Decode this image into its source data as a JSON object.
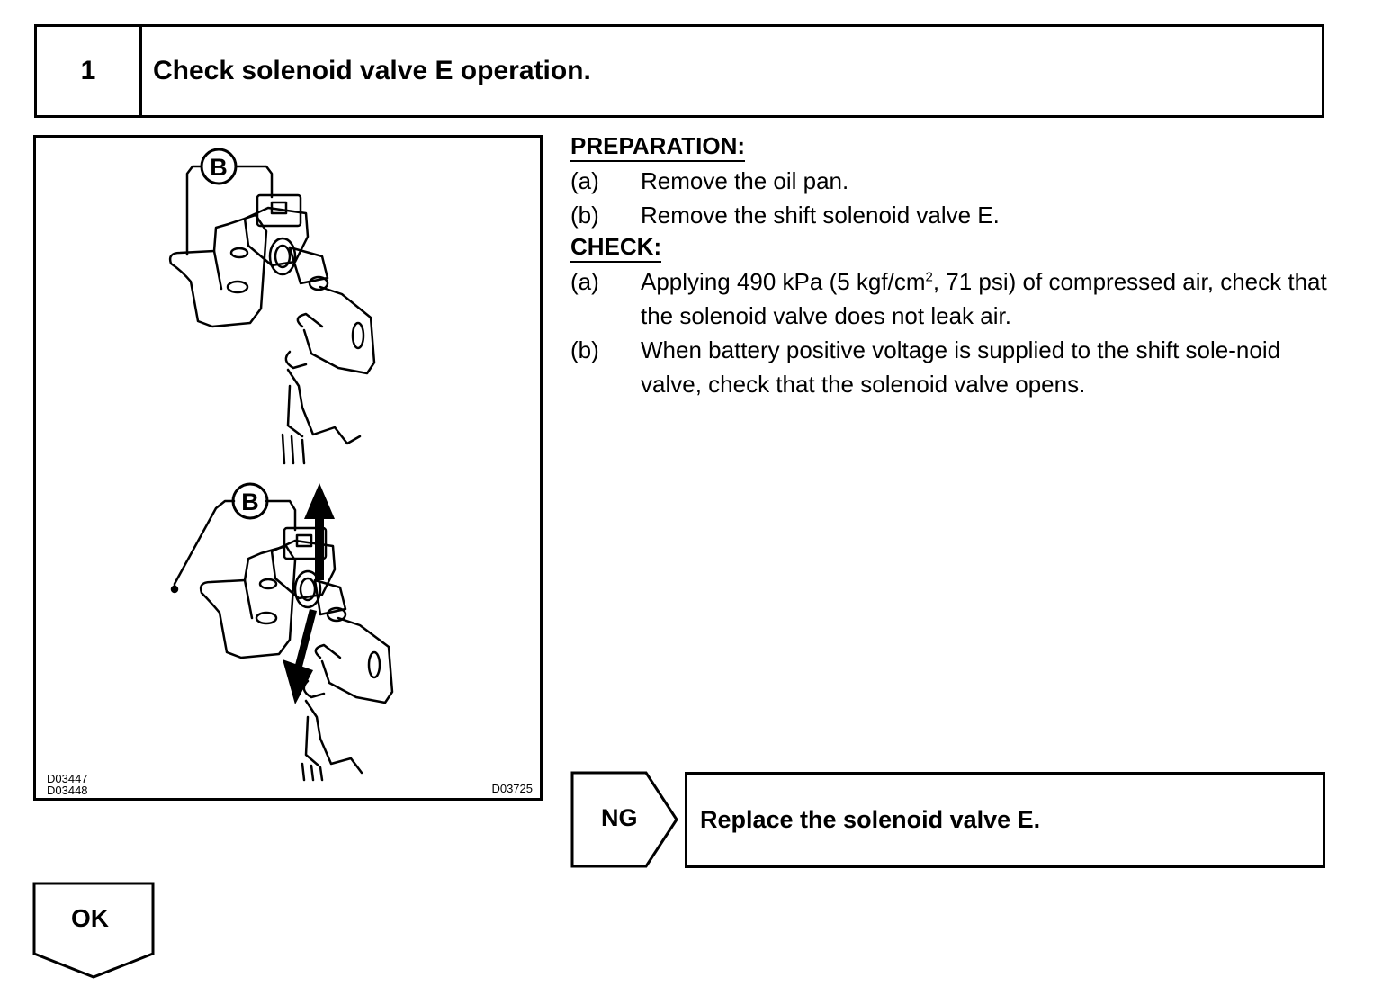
{
  "step": {
    "number": "1",
    "title": "Check solenoid valve E operation."
  },
  "figure": {
    "connector_label_top": "B",
    "connector_label_bottom": "B",
    "code_left_1": "D03447",
    "code_left_2": "D03448",
    "code_right": "D03725"
  },
  "preparation": {
    "heading": "PREPARATION:",
    "items": [
      {
        "label": "(a)",
        "text": "Remove the oil pan."
      },
      {
        "label": "(b)",
        "text": "Remove the shift solenoid valve E."
      }
    ]
  },
  "check": {
    "heading": "CHECK:",
    "item_a": {
      "label": "(a)",
      "text_pre": "Applying 490 kPa (5 kgf/cm",
      "sup": "2",
      "text_post": ", 71 psi) of compressed air, check that the solenoid valve does not leak air."
    },
    "item_b": {
      "label": "(b)",
      "text": "When battery positive voltage is supplied to the shift sole-noid valve, check that the solenoid valve opens."
    }
  },
  "result_ng": {
    "label": "NG",
    "action": "Replace the solenoid valve E."
  },
  "result_ok": {
    "label": "OK"
  }
}
